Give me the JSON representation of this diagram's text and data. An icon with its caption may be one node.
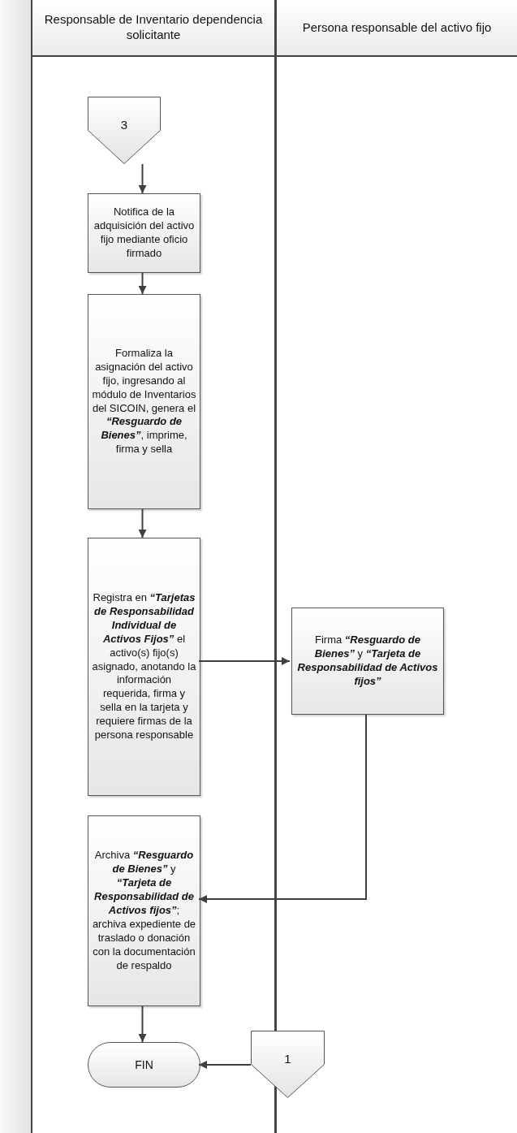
{
  "diagram": {
    "nodes": [
      {
        "text": [],
        "shape": "band"
      },
      {
        "text": [
          "Responsable de Inventario dependencia solicitante"
        ]
      },
      {
        "text": [
          "Persona responsable del activo fijo"
        ]
      },
      {
        "text": [
          "3"
        ],
        "in": 1
      },
      {
        "text": [
          "Notifica de la adquisición del activo fijo mediante oficio firmado"
        ],
        "in": 1
      },
      {
        "text": [
          "Formaliza la asignación del activo fijo, ingresando al módulo de Inventarios del SICOIN, genera el **“Resguardo de Bienes”**, imprime, firma y sella"
        ],
        "in": 1
      },
      {
        "text": [
          "Registra en **“Tarjetas de Responsabilidad Individual de Activos Fijos”** el activo(s) fijo(s) asignado, anotando la información requerida, firma y sella en la tarjeta y requiere firmas de la persona responsable"
        ],
        "in": 1
      },
      {
        "text": [
          "Firma **“Resguardo de Bienes”** y **“Tarjeta de Responsabilidad de Activos fijos”**"
        ],
        "in": 2
      },
      {
        "text": [
          "Archiva **“Resguardo de Bienes”** y **“Tarjeta de Responsabilidad de Activos fijos”**; archiva expediente de traslado o donación con la documentación de respaldo"
        ],
        "in": 1
      },
      {
        "text": [
          "FIN"
        ],
        "in": 1
      },
      {
        "text": [
          "1"
        ]
      }
    ],
    "edges": [
      {
        "from": 3,
        "to": 4,
        "arrow": "to"
      },
      {
        "from": 4,
        "to": 5,
        "arrow": "to"
      },
      {
        "from": 5,
        "to": 6,
        "arrow": "to"
      },
      {
        "from": 6,
        "to": 7,
        "arrow": "to"
      },
      {
        "from": 7,
        "to": 8,
        "arrow": "to"
      },
      {
        "from": 8,
        "to": 9,
        "arrow": "to"
      },
      {
        "from": 10,
        "to": 9,
        "arrow": "to"
      }
    ]
  }
}
